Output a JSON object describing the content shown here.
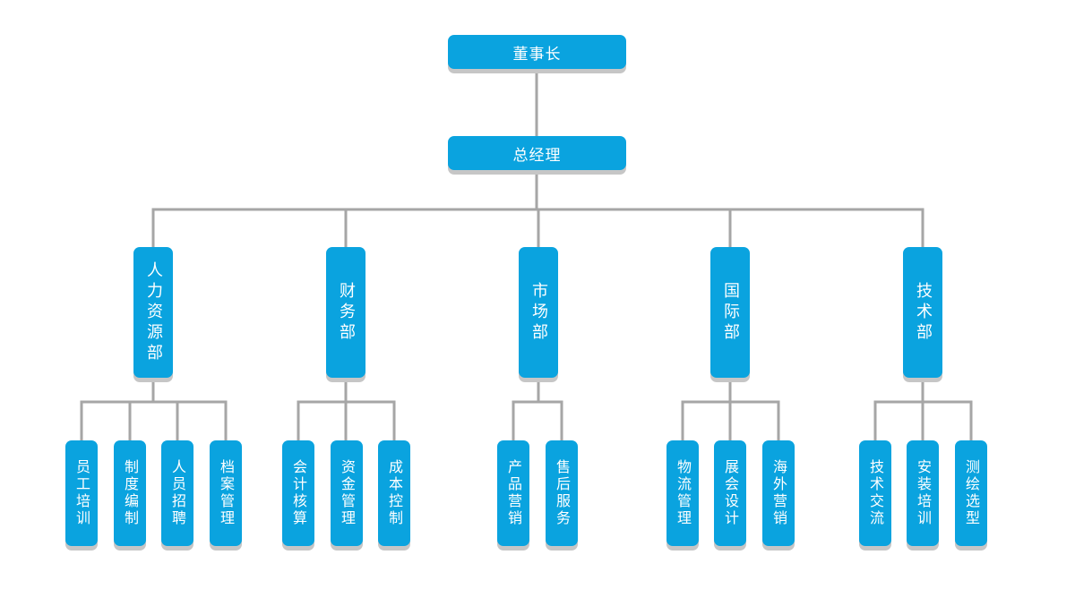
{
  "org": {
    "chairman": "董事长",
    "gm": "总经理",
    "departments": [
      {
        "name": "人力资源部",
        "subs": [
          "员工培训",
          "制度编制",
          "人员招聘",
          "档案管理"
        ]
      },
      {
        "name": "财务部",
        "subs": [
          "会计核算",
          "资金管理",
          "成本控制"
        ]
      },
      {
        "name": "市场部",
        "subs": [
          "产品营销",
          "售后服务"
        ]
      },
      {
        "name": "国际部",
        "subs": [
          "物流管理",
          "展会设计",
          "海外营销"
        ]
      },
      {
        "name": "技术部",
        "subs": [
          "技术交流",
          "安装培训",
          "测绘选型"
        ]
      }
    ]
  },
  "colors": {
    "node": "#0aa3df",
    "shadow": "#c6c6c6",
    "line": "#a6a6a6",
    "text": "#ffffff"
  }
}
